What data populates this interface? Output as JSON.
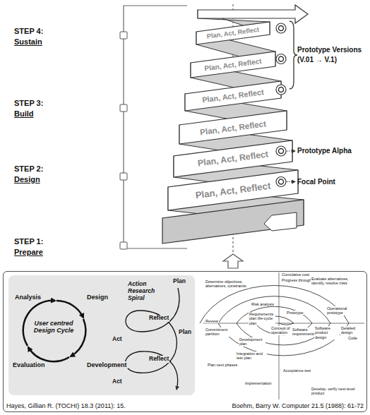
{
  "diagram": {
    "nodes": [
      {
        "text": [
          "Hayes, Gillian R. (TOCHI) 18.3 (2011): 15.",
          "Boehm, Barry W. Computer 21.5 (1988): 61-72"
        ]
      },
      {
        "text": [
          "User centred Design Cycle"
        ],
        "in": 0
      }
    ],
    "labels": [
      "STEP 4:",
      "Sustain",
      "STEP 3:",
      "Build",
      "STEP 2:",
      "Design",
      "STEP 1:",
      "Prepare",
      "Plan, Act, Reflect",
      "Plan, Act, Reflect",
      "Plan, Act, Reflect",
      "Plan, Act, Reflect",
      "Plan, Act, Reflect",
      "Plan, Act, Reflect",
      "Prototype Versions",
      "(V.01 → V.1)",
      "Prototype Alpha",
      "Focal Point",
      "Analysis",
      "Design",
      "Development",
      "Evaluation",
      "Action Research Spiral",
      "Plan",
      "Reflect",
      "Plan",
      "Act",
      "Reflect",
      "Act",
      "Cumulative cost",
      "Progress through steps",
      "Evaluate alternatives, identify, resolve risks",
      "Determine objectives, alternatives, constraints",
      "Risk analysis",
      "Prototype",
      "Operational prototype",
      "Review",
      "Commitment partition",
      "Requirements plan life-cycle plan",
      "Concept of operation",
      "Software requirements",
      "Software product design",
      "Detailed design",
      "Code",
      "Development plan",
      "Integration and test plan",
      "Plan next phases",
      "Develop, verify next-level product",
      "Implementation",
      "Acceptance test"
    ]
  }
}
